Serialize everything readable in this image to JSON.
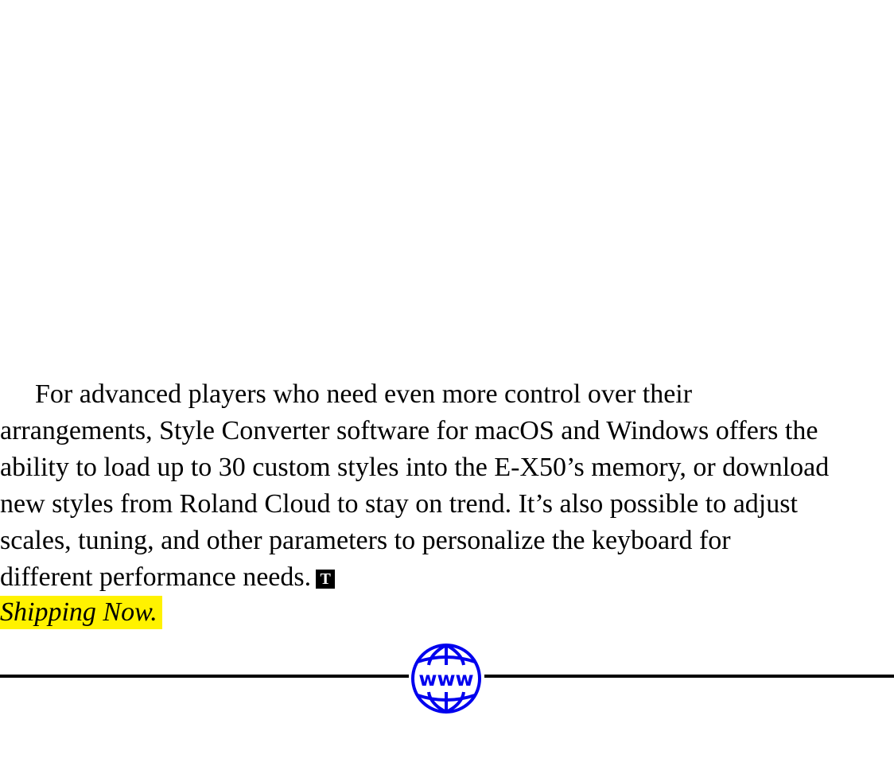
{
  "article": {
    "lines": [
      "For advanced players who need even more control over their",
      "arrangements, Style Converter software for macOS and Windows offers the",
      "ability to load up to 30 custom styles into the E-X50’s memory, or download",
      "new styles from Roland Cloud to stay on trend. It’s also possible to adjust",
      "scales, tuning, and other parameters to personalize the keyboard for",
      "different performance needs."
    ],
    "end_mark": "T",
    "availability": "Shipping Now."
  },
  "divider": {
    "icon": "globe-www-icon",
    "icon_text": "www",
    "icon_color": "#0000ee",
    "highlight_color": "#fff200"
  }
}
